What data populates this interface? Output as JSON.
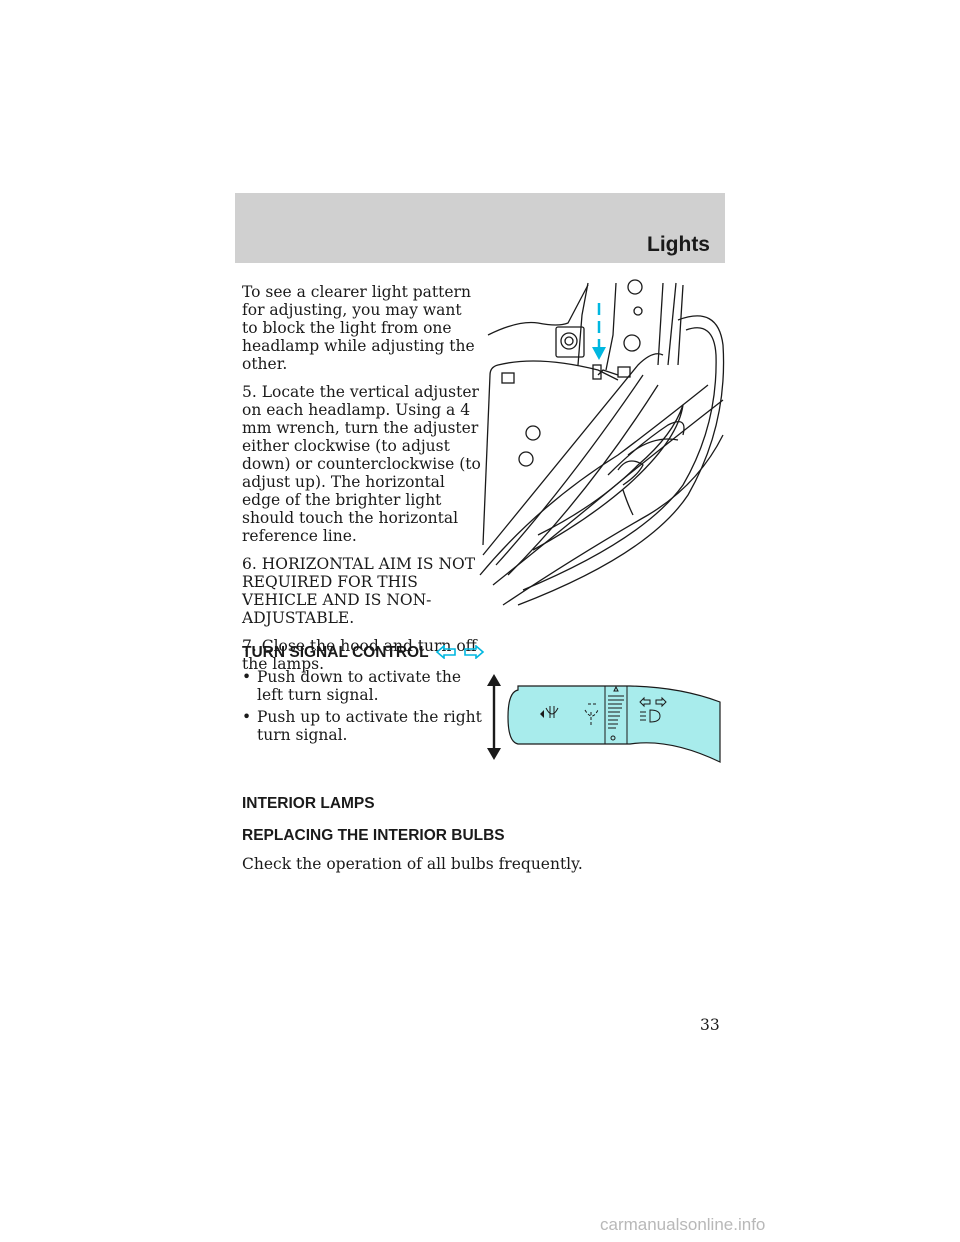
{
  "header": {
    "section": "Lights"
  },
  "aim_text": {
    "p1": "To see a clearer light pattern for adjusting, you may want to block the light from one headlamp while adjusting the other.",
    "p2": "5. Locate the vertical adjuster on each headlamp. Using a 4 mm wrench, turn the adjuster either clockwise (to adjust down) or counterclockwise (to adjust up). The horizontal edge of the brighter light should touch the horizontal reference line.",
    "p3": "6. HORIZONTAL AIM IS NOT REQUIRED FOR THIS VEHICLE AND IS NON-ADJUSTABLE.",
    "p4": "7. Close the hood and turn off the lamps."
  },
  "turn_signal": {
    "heading": "TURN SIGNAL CONTROL",
    "bullets": [
      "Push down to activate the left turn signal.",
      "Push up to activate the right turn signal."
    ]
  },
  "interior": {
    "heading": "INTERIOR LAMPS",
    "subheading": "REPLACING THE INTERIOR BULBS",
    "body": "Check the operation of all bulbs frequently."
  },
  "page_number": "33",
  "watermark": "carmanualsonline.info",
  "colors": {
    "accent_cyan": "#00b7e0",
    "lever_fill": "#a8ecec",
    "header_gray": "#d0d0d0"
  }
}
